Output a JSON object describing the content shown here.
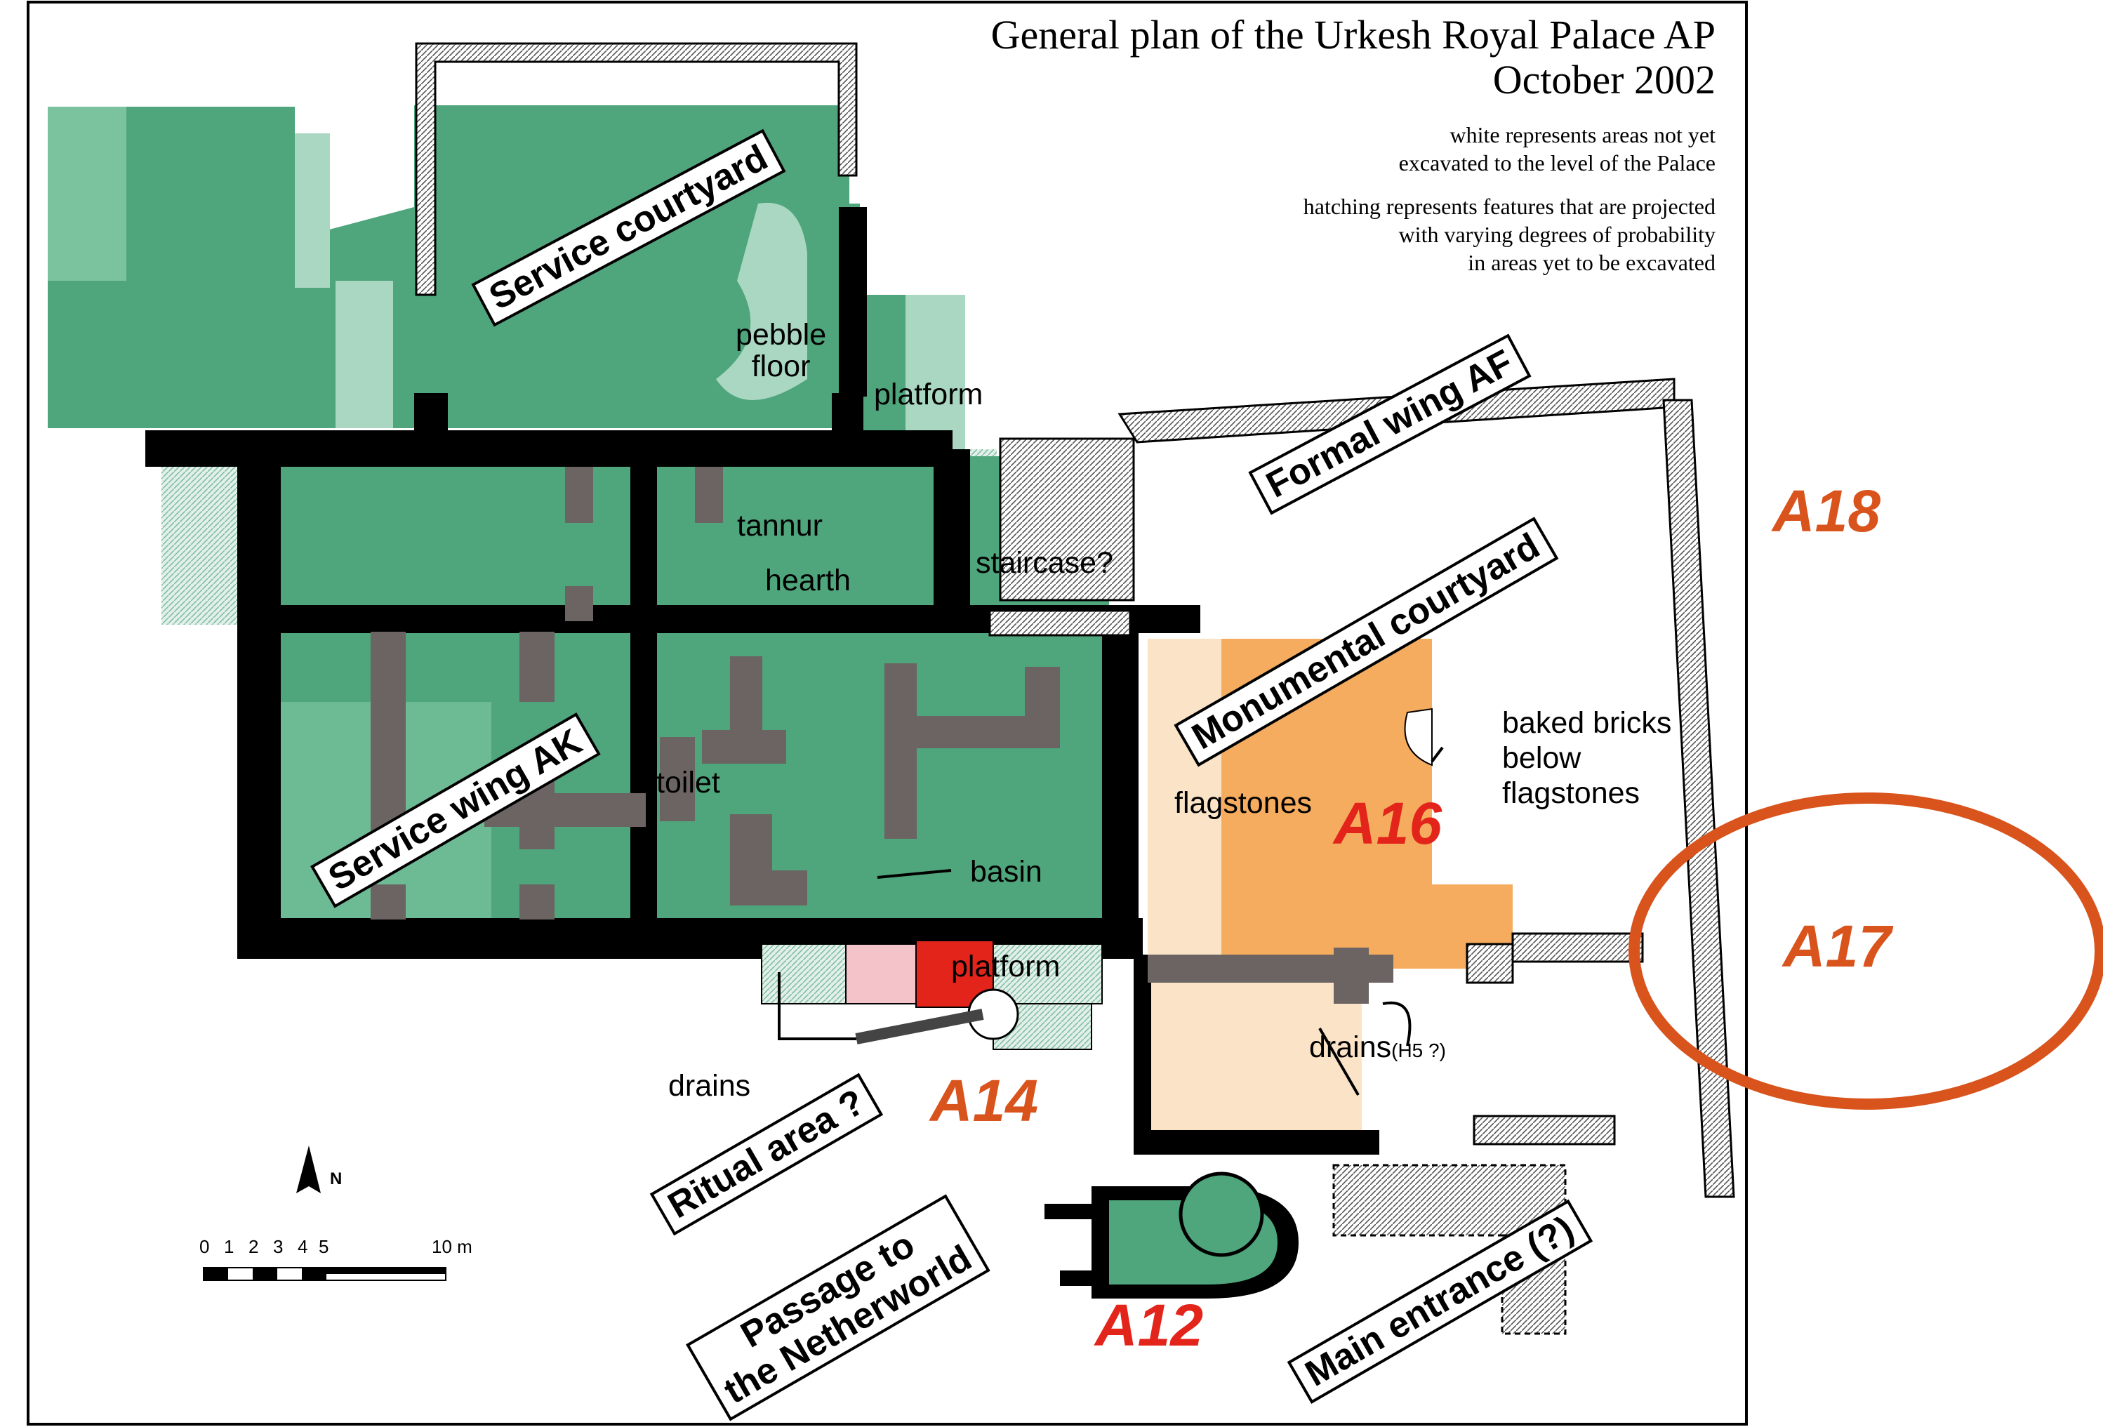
{
  "title": {
    "line1": "General plan of the Urkesh Royal Palace AP",
    "line2": "October 2002"
  },
  "legend": {
    "white_note_1": "white represents areas not yet",
    "white_note_2": "excavated to the level of the Palace",
    "hatch_note_1": "hatching represents features that are projected",
    "hatch_note_2": "with varying degrees of probability",
    "hatch_note_3": "in areas yet to be excavated"
  },
  "areas": {
    "service_courtyard": "Service courtyard",
    "formal_wing": "Formal wing AF",
    "monumental_courtyard": "Monumental courtyard",
    "service_wing": "Service wing AK",
    "ritual_area": "Ritual area ?",
    "passage_1": "Passage to",
    "passage_2": "the Netherworld",
    "main_entrance": "Main entrance (?)"
  },
  "labels": {
    "pebble_1": "pebble",
    "pebble_2": "floor",
    "platform_top": "platform",
    "tannur": "tannur",
    "hearth": "hearth",
    "staircase": "staircase?",
    "toilet": "toilet",
    "basin": "basin",
    "platform_bottom": "platform",
    "drains_left": "drains",
    "drains_right": "drains",
    "drains_note": "(H5 ?)",
    "flagstones": "flagstones",
    "baked_1": "baked bricks",
    "baked_2": "below",
    "baked_3": "flagstones"
  },
  "codes": {
    "a12": "A12",
    "a14": "A14",
    "a16": "A16",
    "a17": "A17",
    "a18": "A18"
  },
  "scale": {
    "ticks": [
      "0",
      "1",
      "2",
      "3",
      "4",
      "5"
    ],
    "end": "10 m",
    "north": "N"
  },
  "colors": {
    "green": "#4fa57c",
    "light_green": "#a9d7c2",
    "orange": "#f6ac5e",
    "peach": "#fbe3c8",
    "red_label": "#e3241b",
    "orange_label": "#d9531c",
    "wall": "#000000",
    "pier": "#6b6462"
  }
}
